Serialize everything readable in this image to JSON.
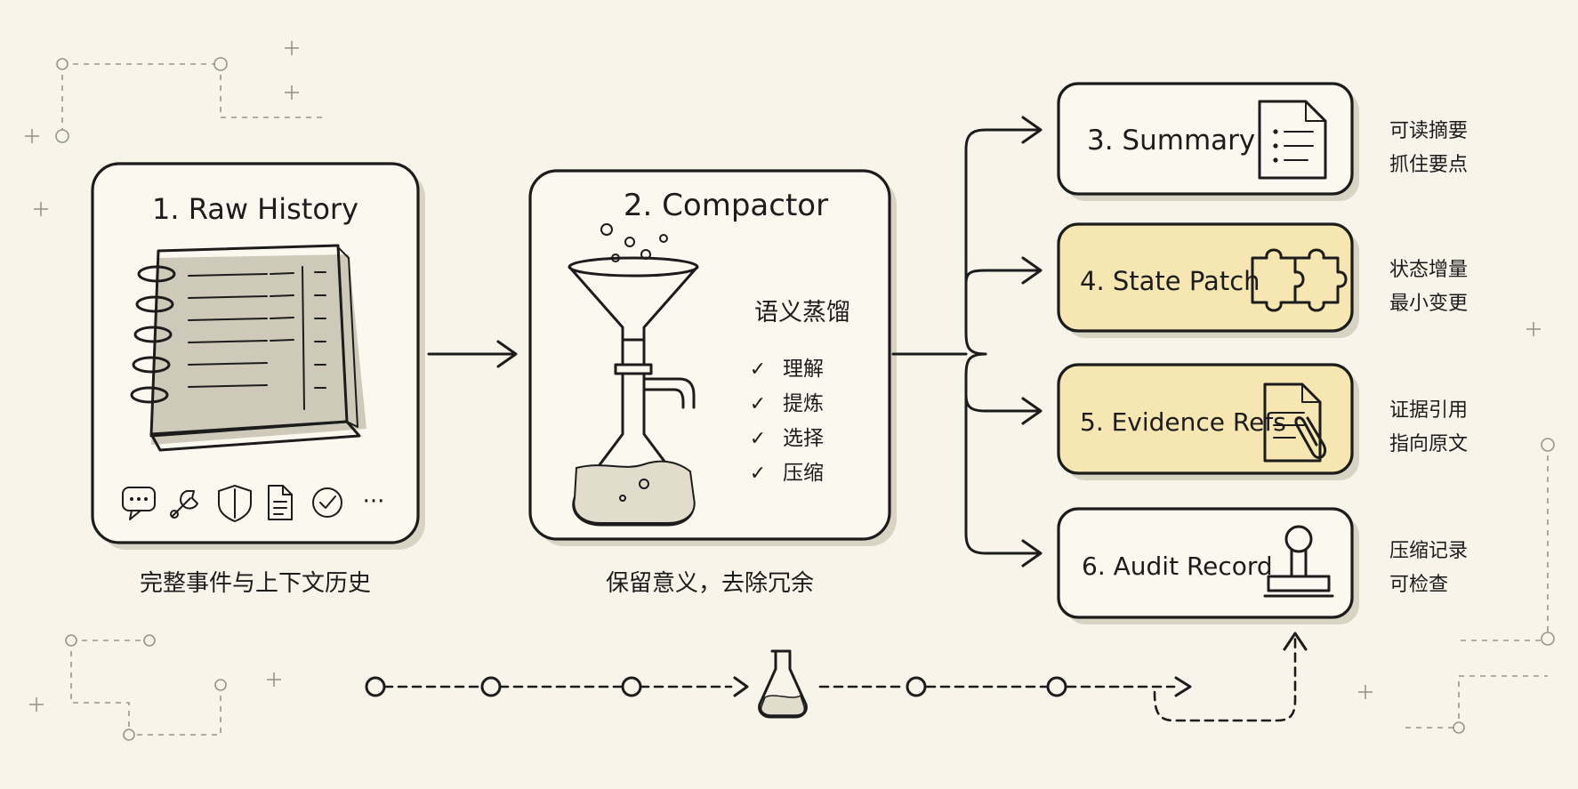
{
  "stages": {
    "raw": {
      "title": "1. Raw History",
      "caption": "完整事件与上下文历史"
    },
    "compactor": {
      "title": "2. Compactor",
      "heading": "语义蒸馏",
      "steps": [
        "理解",
        "提炼",
        "选择",
        "压缩"
      ],
      "check_mark": "✓",
      "caption": "保留意义，去除冗余"
    }
  },
  "outputs": [
    {
      "title": "3. Summary",
      "note1": "可读摘要",
      "note2": "抓住要点",
      "icon": "document-list-icon",
      "highlight": false
    },
    {
      "title": "4. State Patch",
      "note1": "状态增量",
      "note2": "最小变更",
      "icon": "puzzle-icon",
      "highlight": true
    },
    {
      "title": "5. Evidence Refs",
      "note1": "证据引用",
      "note2": "指向原文",
      "icon": "paperclip-document-icon",
      "highlight": true
    },
    {
      "title": "6. Audit Record",
      "note1": "压缩记录",
      "note2": "可检查",
      "icon": "stamp-icon",
      "highlight": false
    }
  ],
  "raw_icons": [
    "chat-icon",
    "wrench-icon",
    "shield-icon",
    "document-icon",
    "check-circle-icon",
    "more-icon"
  ],
  "more_glyph": "···",
  "colors": {
    "ink": "#1c1c1c",
    "paper": "#f8f4ea",
    "highlight": "#f6e6b2",
    "faint": "#9a958a"
  }
}
